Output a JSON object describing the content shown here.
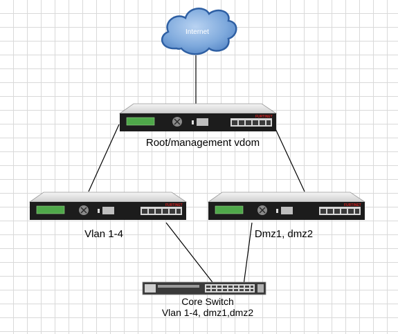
{
  "cloud": {
    "label": "Internet"
  },
  "devices": {
    "root": {
      "label": "Root/management vdom",
      "brand": "FURTINET"
    },
    "left": {
      "label": "Vlan 1-4",
      "brand": "FURTINET"
    },
    "right": {
      "label": "Dmz1, dmz2",
      "brand": "FURTINET"
    }
  },
  "core_switch": {
    "label": "Core Switch",
    "sublabel": "Vlan 1-4, dmz1,dmz2"
  },
  "colors": {
    "cloud_fill": "#7ea9dc",
    "cloud_stroke": "#2e5fa3",
    "device_body": "#e6e6e6",
    "device_front": "#1c1c1c",
    "lcd": "#4fa84a",
    "brand_red": "#d02020"
  }
}
